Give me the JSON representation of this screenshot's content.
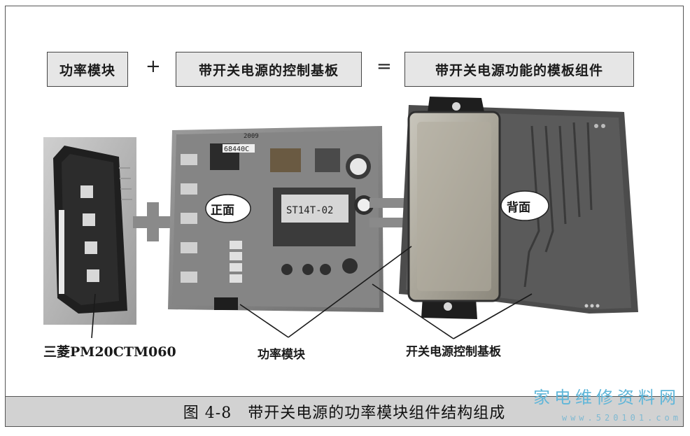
{
  "equation": {
    "term1": "功率模块",
    "op_plus": "+",
    "term2": "带开关电源的控制基板",
    "op_equals": "=",
    "result": "带开关电源功能的模板组件"
  },
  "labels": {
    "front": "正面",
    "back": "背面",
    "module_model": "三菱PM20CTM060",
    "power_module": "功率模块",
    "switch_board": "开关电源控制基板"
  },
  "board_markings": {
    "transformer_text": "ST14T-02",
    "chip_code": "68440C",
    "year": "2009"
  },
  "caption": "图 4-8　带开关电源的功率模块组件结构组成",
  "watermark": {
    "site_name": "家电维修资料网",
    "url": "www.520101.com"
  },
  "colors": {
    "box_fill": "#e6e6e6",
    "caption_fill": "#d2d2d2",
    "plus_sign": "#8a8a8a",
    "watermark": "#5fb6d9"
  }
}
